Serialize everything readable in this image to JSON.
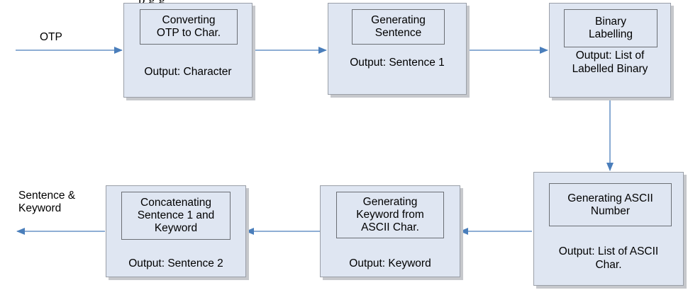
{
  "caption_fragment": "p                                  g  g",
  "input_label": "OTP",
  "output_label": "Sentence &\nKeyword",
  "blocks": [
    {
      "id": "convert",
      "title": "Converting\nOTP to Char.",
      "output": "Output: Character"
    },
    {
      "id": "sentence",
      "title": "Generating\nSentence",
      "output": "Output: Sentence 1"
    },
    {
      "id": "binary",
      "title": "Binary\nLabelling",
      "output": "Output: List of\nLabelled Binary"
    },
    {
      "id": "ascii",
      "title": "Generating ASCII\nNumber",
      "output": "Output: List of ASCII\nChar."
    },
    {
      "id": "keyword",
      "title": "Generating\nKeyword from\nASCII Char.",
      "output": "Output: Keyword"
    },
    {
      "id": "concat",
      "title": "Concatenating\nSentence 1 and\nKeyword",
      "output": "Output: Sentence 2"
    }
  ],
  "colors": {
    "block_fill": "#dfe6f2",
    "arrow": "#4a7ebb",
    "border": "#9a9fa8"
  }
}
